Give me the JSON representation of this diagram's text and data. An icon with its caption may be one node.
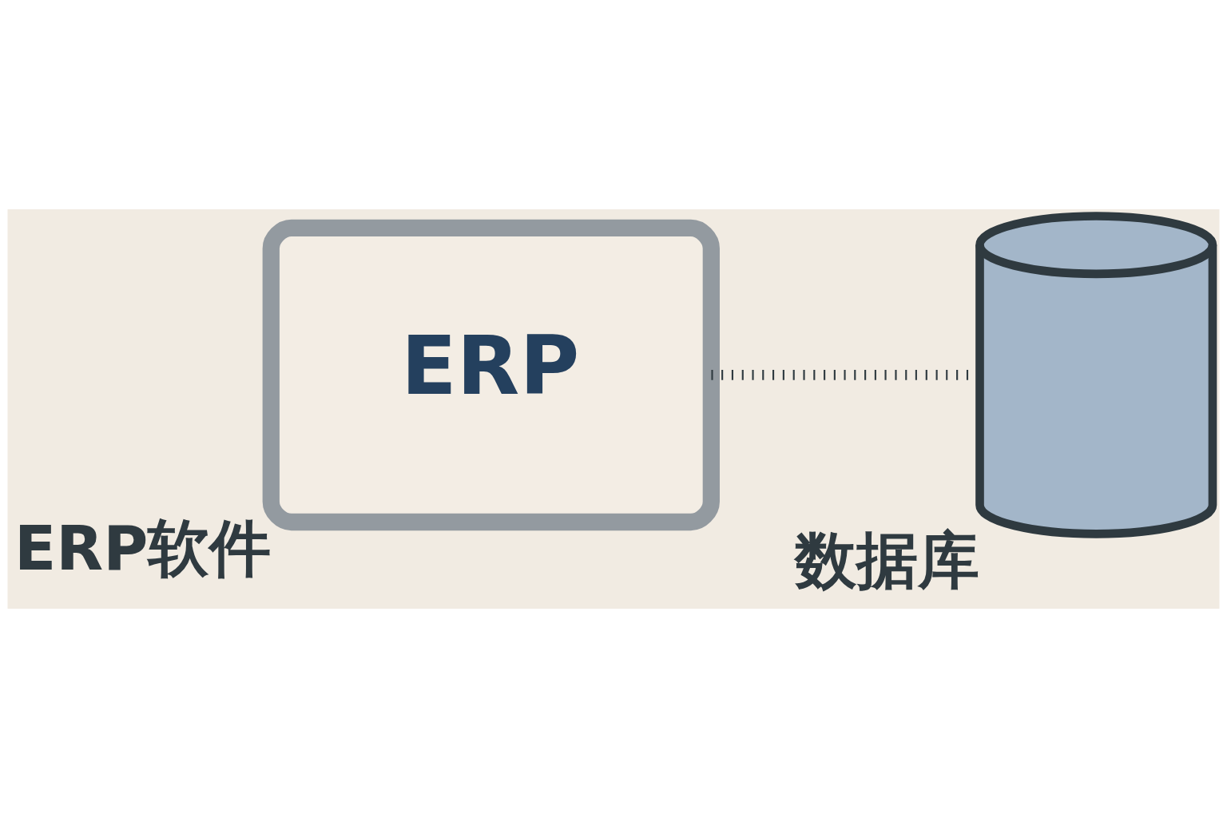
{
  "diagram": {
    "nodes": [
      {
        "text": [
          "ERP"
        ],
        "beside": [
          "ERP软件"
        ]
      },
      {
        "text": [],
        "shape": "cylinder",
        "beside": [
          "数据库"
        ]
      }
    ],
    "edges": [
      {
        "from": 0,
        "to": 1,
        "arrow": "none",
        "style": "dashed"
      }
    ]
  }
}
